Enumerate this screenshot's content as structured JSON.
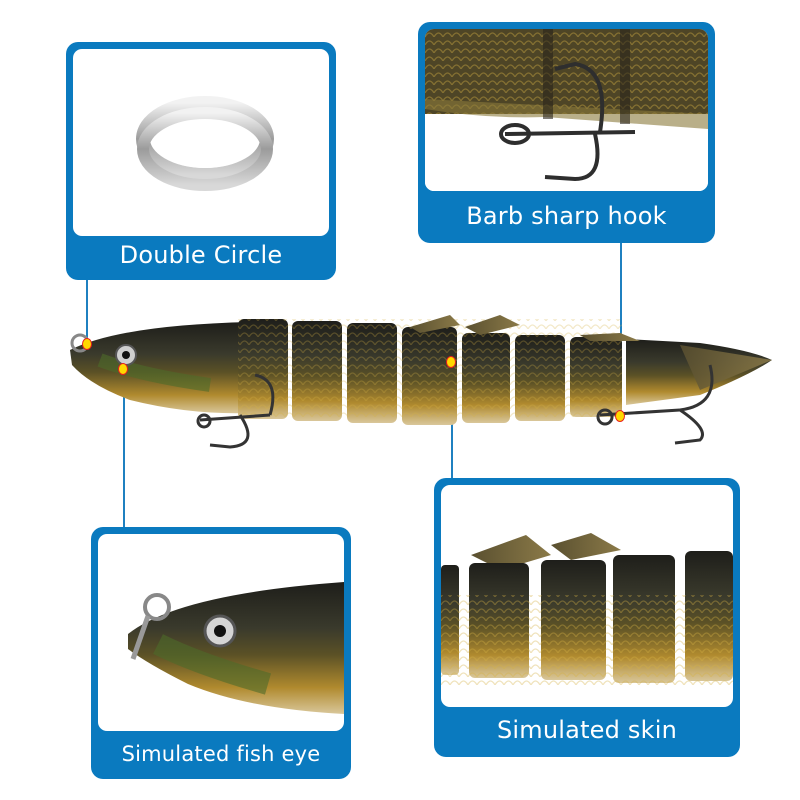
{
  "callouts": [
    {
      "id": "double-circle",
      "label": "Double Circle"
    },
    {
      "id": "barb-sharp-hook",
      "label": "Barb sharp hook"
    },
    {
      "id": "simulated-fish-eye",
      "label": "Simulated fish eye"
    },
    {
      "id": "simulated-skin",
      "label": "Simulated skin"
    }
  ],
  "colors": {
    "frame_blue": "#0a7abf",
    "line_blue": "#1f80c0",
    "dot_fill": "#ffd800",
    "dot_border": "#e8201e",
    "lure_dark": "#2a2a24",
    "lure_scale": "#b8922e"
  },
  "product": {
    "name": "segmented-swimbait-lure",
    "segments": 9,
    "treble_hooks": 2
  }
}
